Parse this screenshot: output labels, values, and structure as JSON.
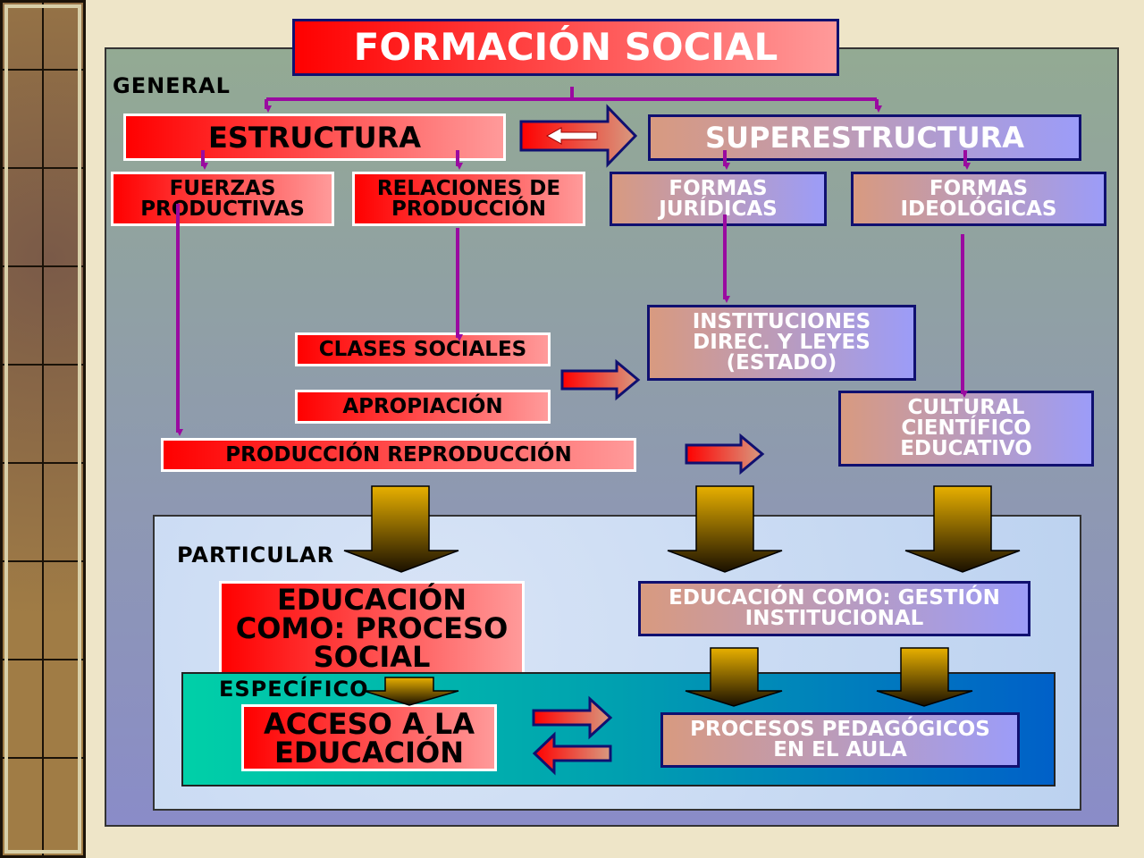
{
  "title": "FORMACIÓN SOCIAL",
  "levels": {
    "general": "GENERAL",
    "particular": "PARTICULAR",
    "especifico": "ESPECÍFICO"
  },
  "boxes": {
    "estructura": "ESTRUCTURA",
    "superestructura": "SUPERESTRUCTURA",
    "fuerzas": [
      "FUERZAS",
      "PRODUCTIVAS"
    ],
    "relaciones": [
      "RELACIONES DE",
      "PRODUCCIÓN"
    ],
    "juridicas": [
      "FORMAS",
      "JURÍDICAS"
    ],
    "ideologicas": [
      "FORMAS",
      "IDEOLÓGICAS"
    ],
    "clases": "CLASES SOCIALES",
    "apropiacion": "APROPIACIÓN",
    "produccion": "PRODUCCIÓN REPRODUCCIÓN",
    "instituciones": [
      "INSTITUCIONES",
      "DIREC. Y LEYES",
      "(ESTADO)"
    ],
    "cultural": [
      "CULTURAL",
      "CIENTÍFICO",
      "EDUCATIVO"
    ],
    "proceso_social": [
      "EDUCACIÓN",
      "COMO: PROCESO",
      "SOCIAL"
    ],
    "gestion": [
      "EDUCACIÓN COMO: GESTIÓN",
      "INSTITUCIONAL"
    ],
    "acceso": [
      "ACCESO A LA",
      "EDUCACIÓN"
    ],
    "pedagogicos": [
      "PROCESOS PEDAGÓGICOS",
      "EN EL AULA"
    ]
  },
  "colors": {
    "connector": "#9a0aa0",
    "red_start": "#ff0000",
    "red_end": "#ff9a9a",
    "blue_start": "#d89a80",
    "blue_end": "#9c9cf8",
    "gold": "#e8b000"
  }
}
